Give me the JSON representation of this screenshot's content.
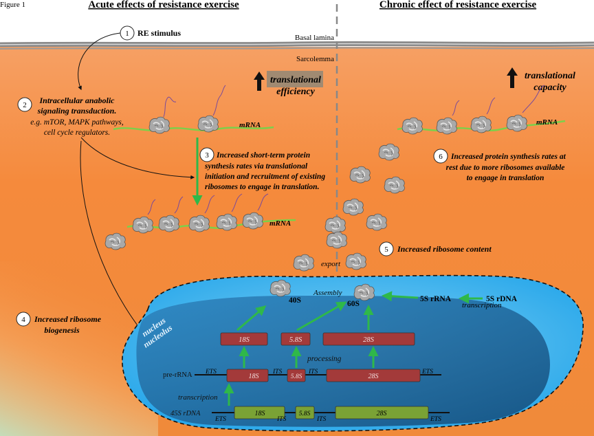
{
  "figure_label": "Figure 1",
  "titles": {
    "acute": "Acute effects of resistance exercise",
    "chronic": "Chronic effect of resistance exercise"
  },
  "layers": {
    "basal_lamina": "Basal lamina",
    "sarcolemma": "Sarcolemma"
  },
  "steps": [
    {
      "num": "1",
      "lines": [
        "RE stimulus"
      ]
    },
    {
      "num": "2",
      "lines": [
        "Intracellular anabolic",
        "signaling transduction."
      ],
      "detail": [
        "e.g. mTOR, MAPK pathways,",
        "cell cycle regulators."
      ]
    },
    {
      "num": "3",
      "lines": [
        "Increased short-term protein",
        "synthesis rates via translational",
        "initiation and recruitment of existing",
        "ribosomes to engage in translation."
      ]
    },
    {
      "num": "4",
      "lines": [
        "Increased ribosome",
        "biogenesis"
      ]
    },
    {
      "num": "5",
      "lines": [
        "Increased ribosome content"
      ]
    },
    {
      "num": "6",
      "lines": [
        "Increased protein synthesis rates at",
        "rest due to more ribosomes available",
        "to engage in translation"
      ]
    }
  ],
  "boxes": {
    "translational_efficiency": [
      "translational",
      "efficiency"
    ],
    "translational_capacity": [
      "translational",
      "capacity"
    ]
  },
  "labels": {
    "mrna": "mRNA",
    "export": "export",
    "assembly": "Assembly",
    "nucleus": "nucleus",
    "nucleolus": "nucleolus",
    "processing": "processing",
    "transcription": "transcription",
    "pre_rrna": "pre-rRNA",
    "dna_45s": "45S rDNA",
    "s40": "40S",
    "s60": "60S",
    "rrna_5s": "5S rRNA",
    "rdna_5s": "5S rDNA",
    "transcription_5s": "transcription",
    "ets": "ETS",
    "its": "ITS"
  },
  "rrna": {
    "s18": "18S",
    "s58": "5.8S",
    "s28": "28S"
  },
  "colors": {
    "orange": "#f4883b",
    "nucleus": "#4fb9ee",
    "nucleolus": "#1f6da6",
    "rrna_box": "#a33a3a",
    "dna_box": "#7aa235",
    "arrow": "#2fb84a"
  }
}
